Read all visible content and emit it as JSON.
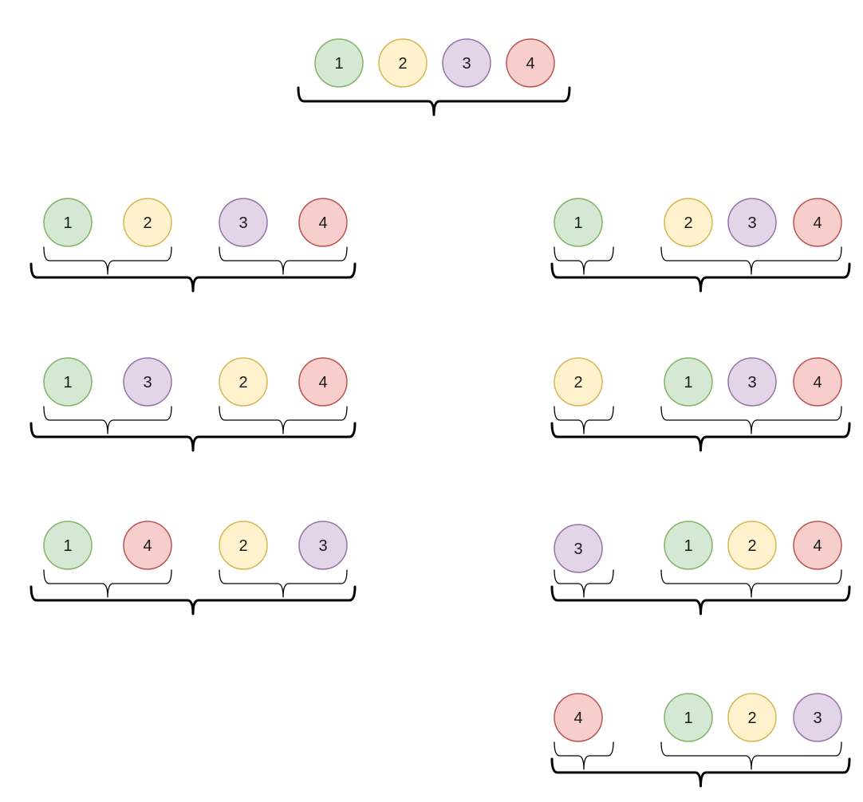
{
  "colors": {
    "1": {
      "fill": "#d5e8d4",
      "stroke": "#82b366"
    },
    "2": {
      "fill": "#fff2cc",
      "stroke": "#d6b656"
    },
    "3": {
      "fill": "#e1d5e7",
      "stroke": "#9673a6"
    },
    "4": {
      "fill": "#f8cecc",
      "stroke": "#b85450"
    },
    "brace": "#000000"
  },
  "root": {
    "items": [
      "1",
      "2",
      "3",
      "4"
    ]
  },
  "two_two_splits": [
    {
      "left": [
        "1",
        "2"
      ],
      "right": [
        "3",
        "4"
      ]
    },
    {
      "left": [
        "1",
        "3"
      ],
      "right": [
        "2",
        "4"
      ]
    },
    {
      "left": [
        "1",
        "4"
      ],
      "right": [
        "2",
        "3"
      ]
    }
  ],
  "one_three_splits": [
    {
      "left": [
        "1"
      ],
      "right": [
        "2",
        "3",
        "4"
      ]
    },
    {
      "left": [
        "2"
      ],
      "right": [
        "1",
        "3",
        "4"
      ]
    },
    {
      "left": [
        "3"
      ],
      "right": [
        "1",
        "2",
        "4"
      ]
    },
    {
      "left": [
        "4"
      ],
      "right": [
        "1",
        "2",
        "3"
      ]
    }
  ]
}
